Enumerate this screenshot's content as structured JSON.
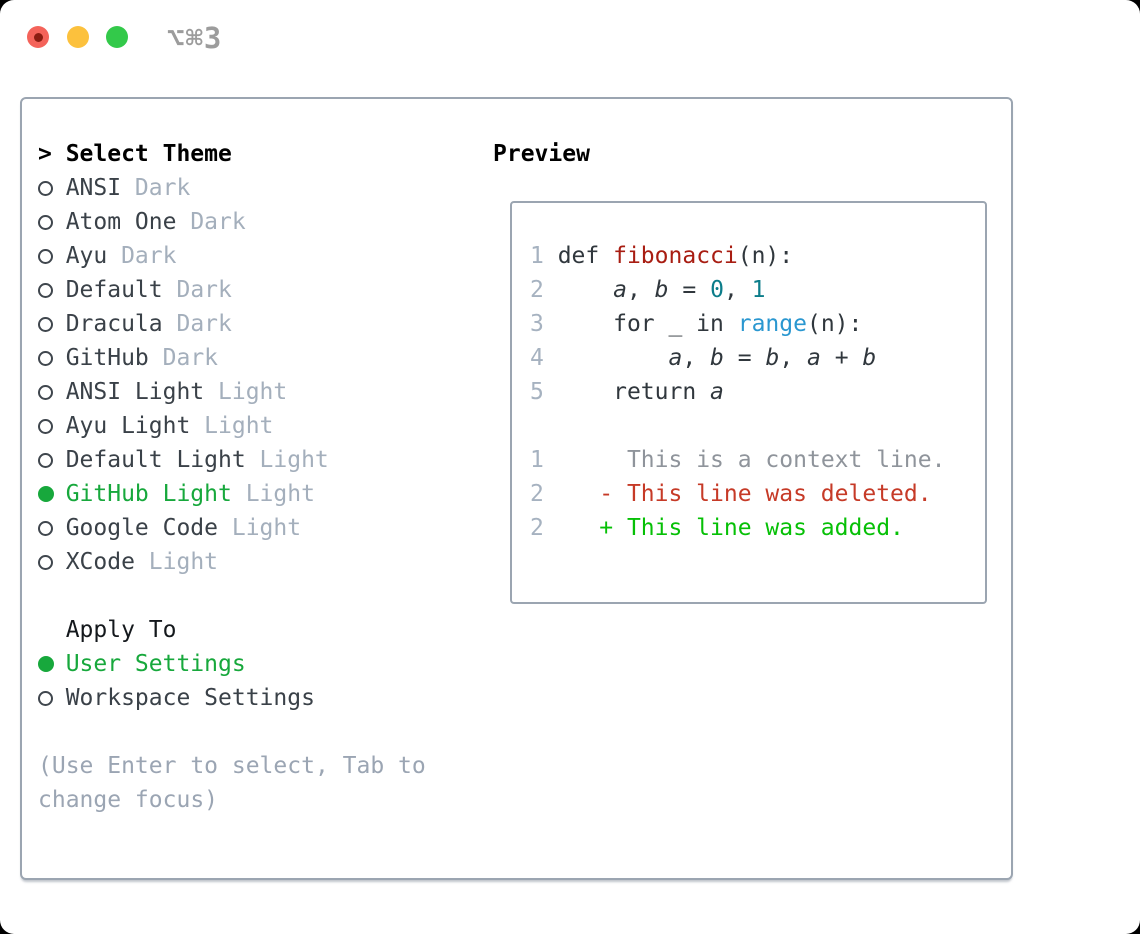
{
  "titlebar": {
    "shortcut": "⌥⌘3"
  },
  "theme_panel": {
    "header": {
      "prefix": ">",
      "label": "Select Theme"
    },
    "themes": [
      {
        "name": "ANSI",
        "variant": "Dark",
        "selected": false
      },
      {
        "name": "Atom One",
        "variant": "Dark",
        "selected": false
      },
      {
        "name": "Ayu",
        "variant": "Dark",
        "selected": false
      },
      {
        "name": "Default",
        "variant": "Dark",
        "selected": false
      },
      {
        "name": "Dracula",
        "variant": "Dark",
        "selected": false
      },
      {
        "name": "GitHub",
        "variant": "Dark",
        "selected": false
      },
      {
        "name": "ANSI Light",
        "variant": "Light",
        "selected": false
      },
      {
        "name": "Ayu Light",
        "variant": "Light",
        "selected": false
      },
      {
        "name": "Default Light",
        "variant": "Light",
        "selected": false
      },
      {
        "name": "GitHub Light",
        "variant": "Light",
        "selected": true
      },
      {
        "name": "Google Code",
        "variant": "Light",
        "selected": false
      },
      {
        "name": "XCode",
        "variant": "Light",
        "selected": false
      }
    ],
    "apply_to": {
      "label": "Apply To",
      "options": [
        {
          "name": "User Settings",
          "selected": true
        },
        {
          "name": "Workspace Settings",
          "selected": false
        }
      ]
    },
    "hint_lines": [
      "(Use Enter to select, Tab to",
      "change focus)"
    ]
  },
  "preview": {
    "label": "Preview",
    "lines": [
      {
        "tokens": [
          {
            "t": "1",
            "c": "ln"
          },
          {
            "t": " def ",
            "c": "k"
          },
          {
            "t": "fibonacci",
            "c": "fn"
          },
          {
            "t": "(n):",
            "c": "k"
          }
        ]
      },
      {
        "tokens": [
          {
            "t": "2",
            "c": "ln"
          },
          {
            "t": "     ",
            "c": "k"
          },
          {
            "t": "a",
            "c": "v"
          },
          {
            "t": ", ",
            "c": "k"
          },
          {
            "t": "b",
            "c": "v"
          },
          {
            "t": " = ",
            "c": "k"
          },
          {
            "t": "0",
            "c": "lit"
          },
          {
            "t": ", ",
            "c": "k"
          },
          {
            "t": "1",
            "c": "lit"
          }
        ]
      },
      {
        "tokens": [
          {
            "t": "3",
            "c": "ln"
          },
          {
            "t": "     for _ in ",
            "c": "k"
          },
          {
            "t": "range",
            "c": "bi"
          },
          {
            "t": "(n):",
            "c": "k"
          }
        ]
      },
      {
        "tokens": [
          {
            "t": "4",
            "c": "ln"
          },
          {
            "t": "         ",
            "c": "k"
          },
          {
            "t": "a",
            "c": "v"
          },
          {
            "t": ", ",
            "c": "k"
          },
          {
            "t": "b",
            "c": "v"
          },
          {
            "t": " = ",
            "c": "k"
          },
          {
            "t": "b",
            "c": "v"
          },
          {
            "t": ", ",
            "c": "k"
          },
          {
            "t": "a",
            "c": "v"
          },
          {
            "t": " + ",
            "c": "k"
          },
          {
            "t": "b",
            "c": "v"
          }
        ]
      },
      {
        "tokens": [
          {
            "t": "5",
            "c": "ln"
          },
          {
            "t": "     return ",
            "c": "k"
          },
          {
            "t": "a",
            "c": "v"
          }
        ]
      },
      {
        "tokens": []
      },
      {
        "tokens": [
          {
            "t": "1",
            "c": "ln"
          },
          {
            "t": "      ",
            "c": "k"
          },
          {
            "t": "This is a context line.",
            "c": "ctx"
          }
        ]
      },
      {
        "tokens": [
          {
            "t": "2",
            "c": "ln"
          },
          {
            "t": "    ",
            "c": "k"
          },
          {
            "t": "- This line was deleted.",
            "c": "del"
          }
        ]
      },
      {
        "tokens": [
          {
            "t": "2",
            "c": "ln"
          },
          {
            "t": "    ",
            "c": "k"
          },
          {
            "t": "+ This line was added.",
            "c": "add"
          }
        ]
      }
    ]
  },
  "colors": {
    "selected_green": "#17a83c",
    "added_green": "#06c006",
    "deleted_red": "#c63a27",
    "function_red": "#a81d12",
    "literal_teal": "#0c7d8a",
    "builtin_blue": "#2a97d0",
    "muted_gray": "#a4afbc",
    "border_gray": "#9ba5b1",
    "traffic_red": "#f4635a",
    "traffic_yellow": "#fcc13d",
    "traffic_green": "#33c94a"
  }
}
